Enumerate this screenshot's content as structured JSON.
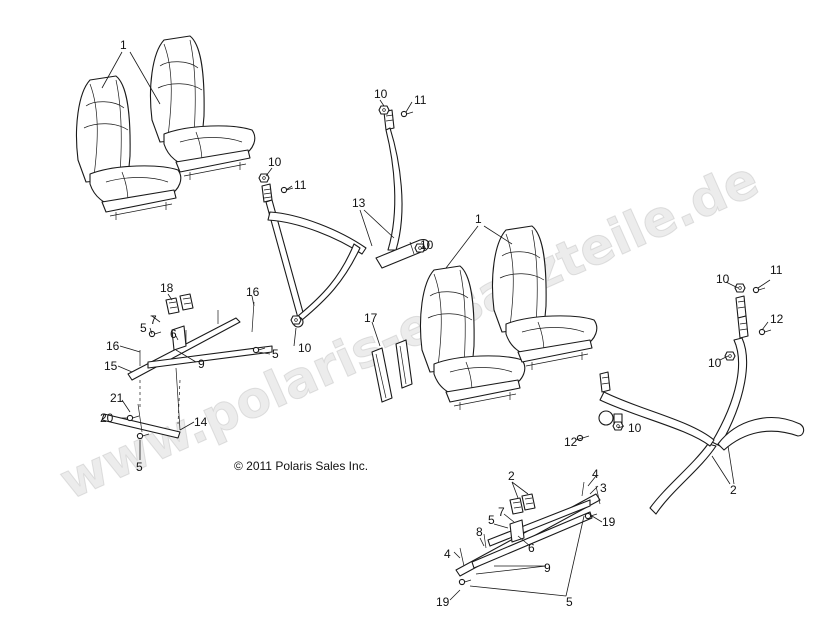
{
  "copyright": "© 2011 Polaris Sales Inc.",
  "watermark": "www.polaris-ersatzteile.de",
  "colors": {
    "line": "#1a1a1a",
    "watermark": "#cccccc",
    "background": "#ffffff"
  },
  "callouts": {
    "c1a": "1",
    "c1b": "1",
    "c2a": "2",
    "c2b": "2",
    "c3": "3",
    "c4a": "4",
    "c4b": "4",
    "c5a": "5",
    "c5b": "5",
    "c5c": "5",
    "c5d": "5",
    "c5e": "5",
    "c6a": "6",
    "c6b": "6",
    "c7a": "7",
    "c7b": "7",
    "c8": "8",
    "c9a": "9",
    "c9b": "9",
    "c10a": "10",
    "c10b": "10",
    "c10c": "10",
    "c10d": "10",
    "c10e": "10",
    "c10f": "10",
    "c10g": "10",
    "c11a": "11",
    "c11b": "11",
    "c11c": "11",
    "c12a": "12",
    "c12b": "12",
    "c13": "13",
    "c14": "14",
    "c15": "15",
    "c16a": "16",
    "c16b": "16",
    "c17": "17",
    "c18": "18",
    "c19a": "19",
    "c19b": "19",
    "c20": "20",
    "c21": "21"
  }
}
